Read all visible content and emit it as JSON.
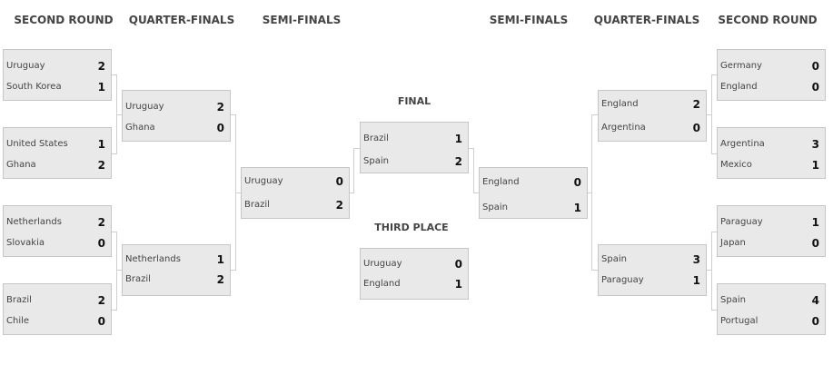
{
  "headers": {
    "left_second_round": "SECOND ROUND",
    "left_quarter_finals": "QUARTER-FINALS",
    "left_semi_finals": "SEMI-FINALS",
    "right_semi_finals": "SEMI-FINALS",
    "right_quarter_finals": "QUARTER-FINALS",
    "right_second_round": "SECOND ROUND"
  },
  "final_title": "FINAL",
  "third_place_title": "THIRD PLACE",
  "matches": {
    "l_r16_1": {
      "t1": "Uruguay",
      "s1": "2",
      "t2": "South Korea",
      "s2": "1"
    },
    "l_r16_2": {
      "t1": "United States",
      "s1": "1",
      "t2": "Ghana",
      "s2": "2"
    },
    "l_r16_3": {
      "t1": "Netherlands",
      "s1": "2",
      "t2": "Slovakia",
      "s2": "0"
    },
    "l_r16_4": {
      "t1": "Brazil",
      "s1": "2",
      "t2": "Chile",
      "s2": "0"
    },
    "l_qf_1": {
      "t1": "Uruguay",
      "s1": "2",
      "t2": "Ghana",
      "s2": "0"
    },
    "l_qf_2": {
      "t1": "Netherlands",
      "s1": "1",
      "t2": "Brazil",
      "s2": "2"
    },
    "l_sf": {
      "t1": "Uruguay",
      "s1": "0",
      "t2": "Brazil",
      "s2": "2"
    },
    "final": {
      "t1": "Brazil",
      "s1": "1",
      "t2": "Spain",
      "s2": "2"
    },
    "third": {
      "t1": "Uruguay",
      "s1": "0",
      "t2": "England",
      "s2": "1"
    },
    "r_sf": {
      "t1": "England",
      "s1": "0",
      "t2": "Spain",
      "s2": "1"
    },
    "r_qf_1": {
      "t1": "England",
      "s1": "2",
      "t2": "Argentina",
      "s2": "0"
    },
    "r_qf_2": {
      "t1": "Spain",
      "s1": "3",
      "t2": "Paraguay",
      "s2": "1"
    },
    "r_r16_1": {
      "t1": "Germany",
      "s1": "0",
      "t2": "England",
      "s2": "0"
    },
    "r_r16_2": {
      "t1": "Argentina",
      "s1": "3",
      "t2": "Mexico",
      "s2": "1"
    },
    "r_r16_3": {
      "t1": "Paraguay",
      "s1": "1",
      "t2": "Japan",
      "s2": "0"
    },
    "r_r16_4": {
      "t1": "Spain",
      "s1": "4",
      "t2": "Portugal",
      "s2": "0"
    }
  }
}
